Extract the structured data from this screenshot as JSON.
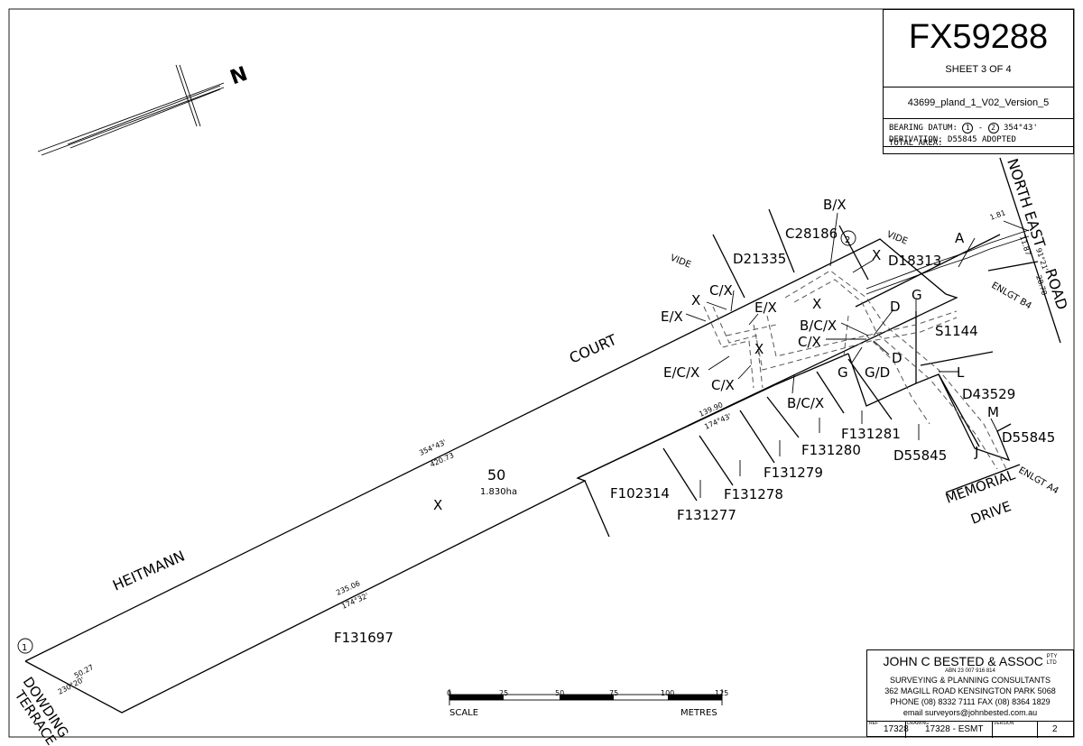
{
  "title_block": {
    "plan_number": "FX59288",
    "sheet": "SHEET 3 OF 4",
    "file_name": "43699_pland_1_V02_Version_5",
    "bearing_datum_label": "BEARING DATUM:",
    "bearing_datum_from": "1",
    "bearing_datum_sep": "-",
    "bearing_datum_to": "2",
    "bearing_datum_value": "354°43'",
    "derivation": "DERIVATION: D55845 ADOPTED",
    "total_area": "TOTAL AREA:"
  },
  "surveyor_block": {
    "firm": "JOHN C BESTED & ASSOC",
    "firm_suffix_1": "PTY",
    "firm_suffix_2": "LTD",
    "abn": "ABN 23 007 916 814",
    "line1": "SURVEYING & PLANNING CONSULTANTS",
    "line2": "362 MAGILL ROAD  KENSINGTON PARK 5068",
    "line3": "PHONE (08) 8332 7111  FAX (08) 8364 1829",
    "line4": "email surveyors@johnbested.com.au",
    "ref_label": "REF",
    "ref_value": "17328",
    "drawing_label": "DRAWING",
    "drawing_value": "17328 - ESMT",
    "version_label": "VERSION",
    "version_value": "2"
  },
  "scale_bar": {
    "ticks": [
      "0",
      "25",
      "50",
      "75",
      "100",
      "125"
    ],
    "left_label": "SCALE",
    "right_label": "METRES"
  },
  "north_arrow": {
    "label": "N"
  },
  "roads": {
    "heitmann": "HEITMANN",
    "court": "COURT",
    "dowding": "DOWDING",
    "terrace": "TERRACE",
    "north_east": "NORTH EAST",
    "road": "ROAD",
    "memorial": "MEMORIAL",
    "drive": "DRIVE",
    "enlgt_b4": "ENLGT B4",
    "enlgt_a4": "ENLGT A4"
  },
  "allotment": {
    "number": "50",
    "area": "1.830ha",
    "mark": "X"
  },
  "stations": {
    "s1": "1",
    "s2": "2"
  },
  "dimensions": {
    "north_bearing": "354°43'",
    "north_distance": "420.73",
    "inner_distance": "139.90",
    "inner_bearing": "174°43'",
    "south_distance": "235.06",
    "south_bearing": "174°32'",
    "west_distance": "50.27",
    "west_bearing": "230°20'",
    "ne_d1": "1.81",
    "ne_d2": "11.87",
    "ne_bearing": "91°21'",
    "ne_d3": "28.78"
  },
  "parcels": {
    "c28186": "C28186",
    "d21335": "D21335",
    "d18313": "D18313",
    "s1144": "S1144",
    "d43529": "D43529",
    "d55845_a": "D55845",
    "d55845_b": "D55845",
    "f131281": "F131281",
    "f131280": "F131280",
    "f131279": "F131279",
    "f131278": "F131278",
    "f131277": "F131277",
    "f102314": "F102314",
    "f131697": "F131697"
  },
  "easement_labels": {
    "vide_1": "VIDE",
    "vide_2": "VIDE",
    "bx": "B/X",
    "x_1": "X",
    "x_2": "X",
    "x_3": "X",
    "x_4": "X",
    "cx_1": "C/X",
    "cx_2": "C/X",
    "cx_3": "C/X",
    "ex_1": "E/X",
    "ex_2": "E/X",
    "ecx": "E/C/X",
    "bcx_1": "B/C/X",
    "bcx_2": "B/C/X",
    "a": "A",
    "d_1": "D",
    "d_2": "D",
    "g_1": "G",
    "g_2": "G",
    "gd": "G/D",
    "l": "L",
    "m": "M",
    "j": "J"
  }
}
